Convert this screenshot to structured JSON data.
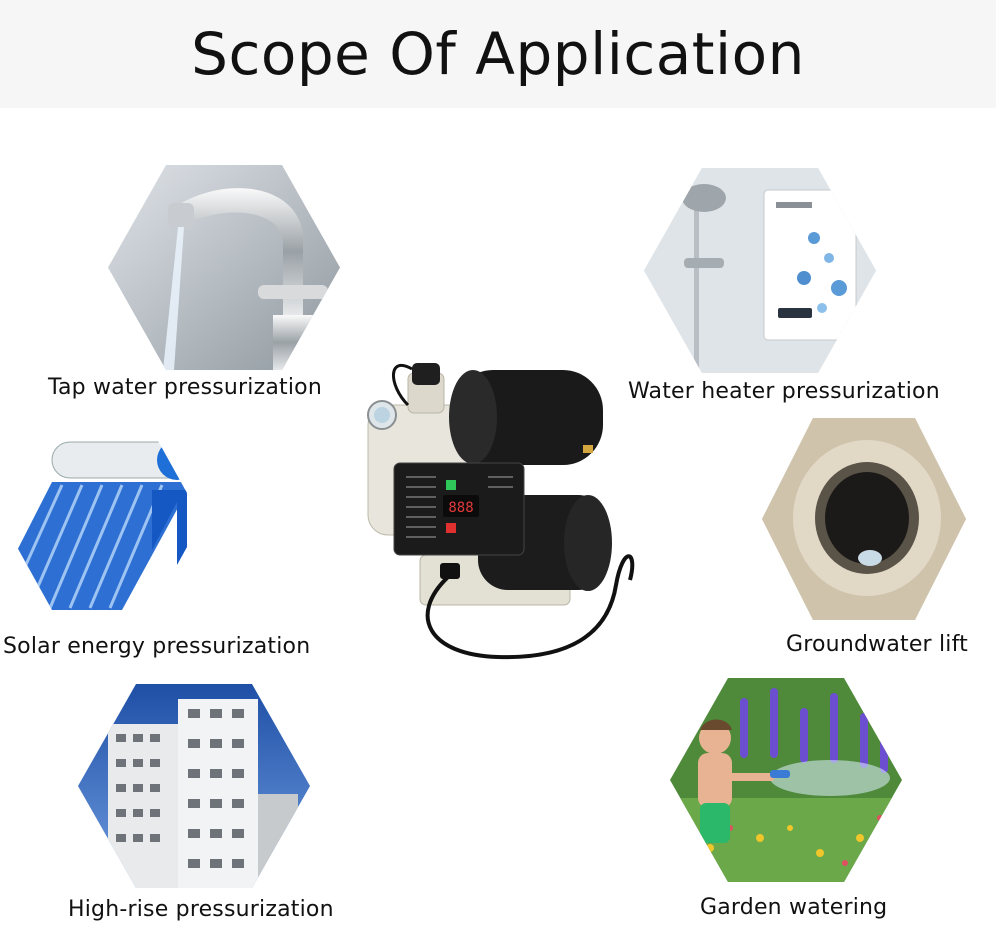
{
  "title": "Scope Of Application",
  "applications": [
    {
      "id": "tap",
      "label": "Tap water pressurization",
      "icon": "faucet-icon"
    },
    {
      "id": "heater",
      "label": "Water heater pressurization",
      "icon": "water-heater-icon"
    },
    {
      "id": "solar",
      "label": "Solar energy pressurization",
      "icon": "solar-heater-icon"
    },
    {
      "id": "ground",
      "label": "Groundwater lift",
      "icon": "well-icon"
    },
    {
      "id": "highrise",
      "label": "High-rise pressurization",
      "icon": "building-icon"
    },
    {
      "id": "garden",
      "label": "Garden watering",
      "icon": "garden-hose-icon"
    }
  ],
  "product": {
    "icon": "water-pump-icon",
    "display_reading": "888"
  },
  "colors": {
    "banner": "#f6f6f6",
    "text": "#111111",
    "pump_body": "#e8e6dc",
    "pump_tank": "#1a1a1a"
  }
}
